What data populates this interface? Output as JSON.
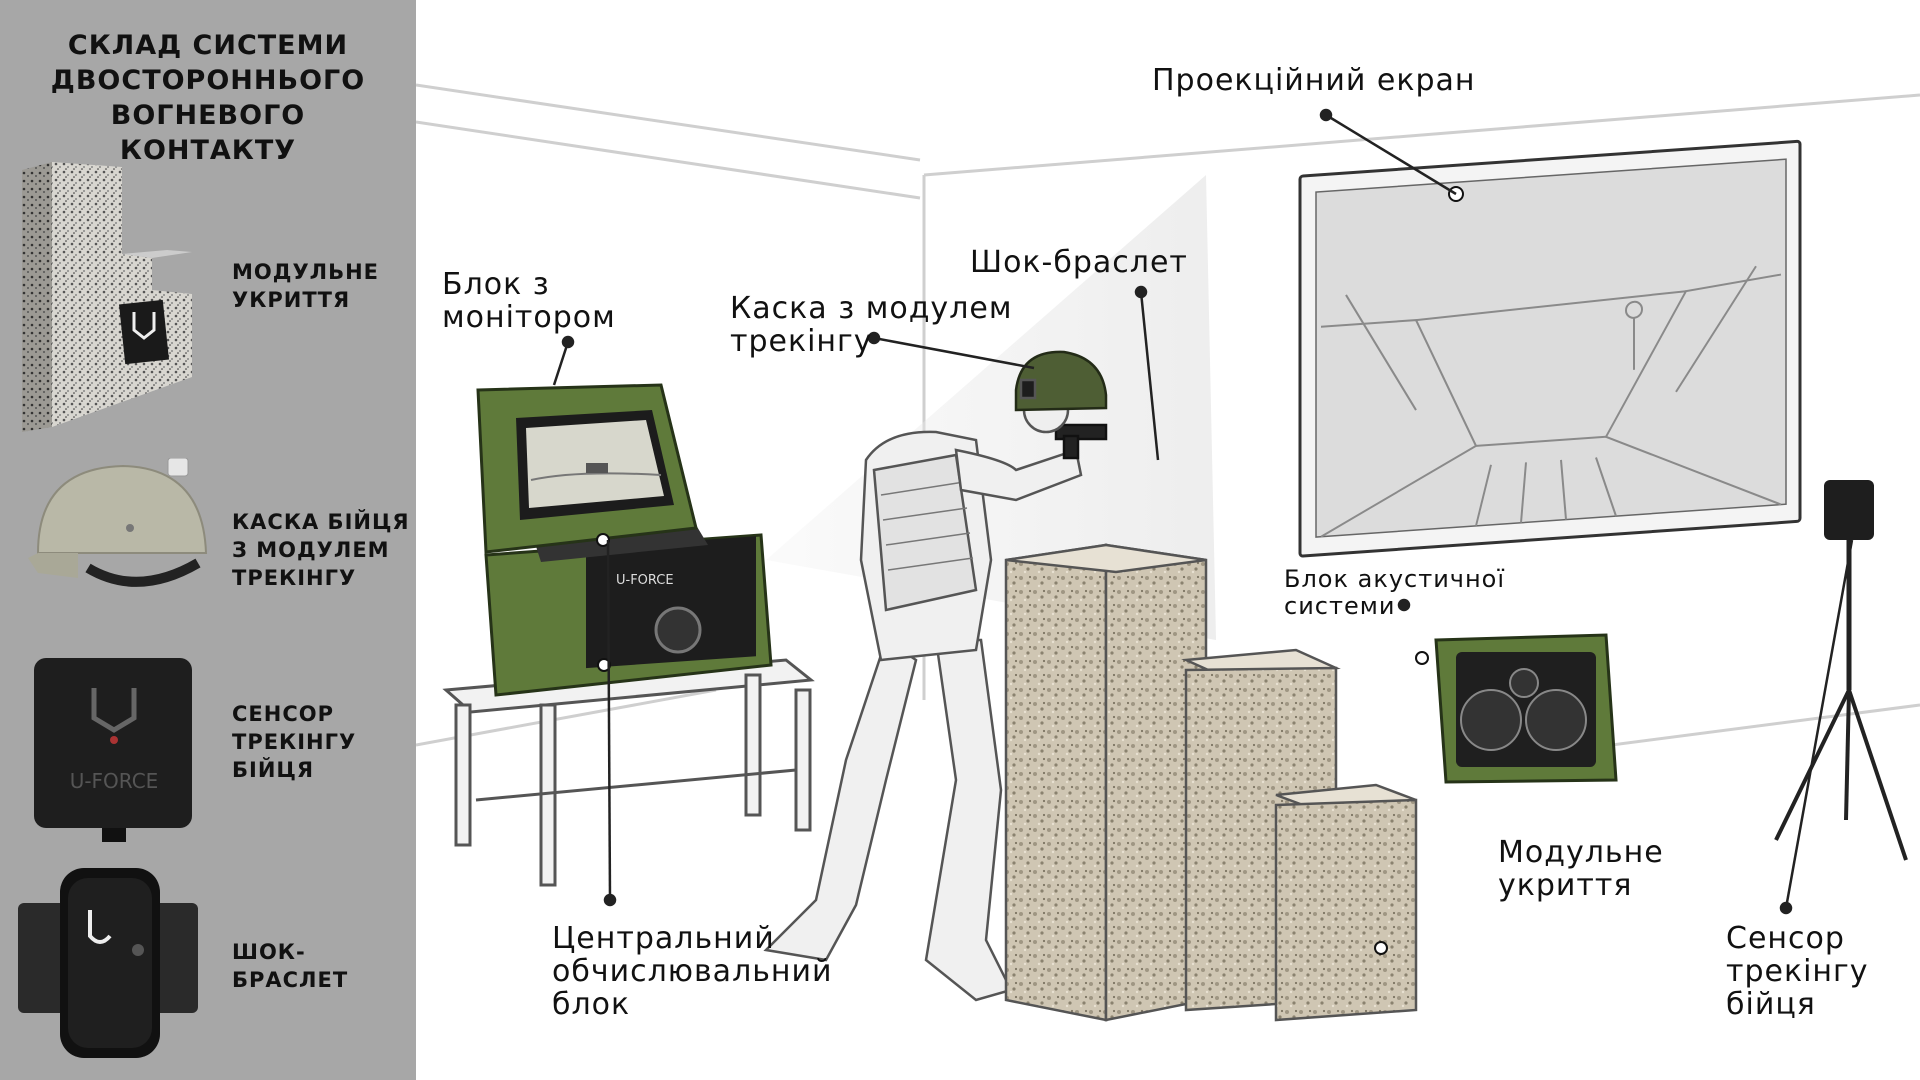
{
  "sidebar": {
    "title": "СКЛАД СИСТЕМИ\nДВОСТОРОННЬОГО\nВОГНЕВОГО КОНТАКТУ",
    "items": [
      {
        "label": "МОДУЛЬНЕ\nУКРИТТЯ",
        "icon": "modular-cover-icon"
      },
      {
        "label": "КАСКА БІЙЦЯ\nЗ МОДУЛЕМ\nТРЕКІНГУ",
        "icon": "helmet-icon"
      },
      {
        "label": "СЕНСОР\nТРЕКІНГУ\nБІЙЦЯ",
        "icon": "tracking-sensor-icon"
      },
      {
        "label": "ШОК-БРАСЛЕТ",
        "icon": "shock-bracelet-icon"
      }
    ],
    "brand": "U-FORCE"
  },
  "scene": {
    "callouts": {
      "projection_screen": "Проекційний екран",
      "monitor_block": "Блок з\nмонітором",
      "helmet_tracking": "Каска з модулем\nтрекінгу",
      "shock_bracelet": "Шок-браслет",
      "acoustic_block": "Блок акустичної\nсистеми",
      "modular_cover": "Модульне\nукриття",
      "central_unit": "Центральний\nобчислювальний\nблок",
      "tracking_sensor": "Сенсор\nтрекінгу\nбійця"
    },
    "brand": "U-FORCE",
    "colors": {
      "military_green": "#5f7a3a",
      "sidebar_bg": "#a7a7a7",
      "camo_stone": "#c9c2b0"
    }
  }
}
